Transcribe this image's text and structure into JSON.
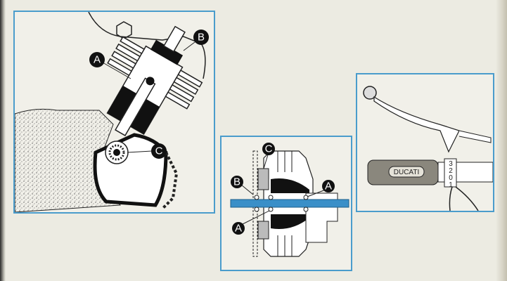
{
  "engine_diagram": {
    "callouts": [
      "A",
      "B",
      "C"
    ]
  },
  "hub_diagram": {
    "callouts": [
      "C",
      "B",
      "A",
      "A"
    ],
    "axle_color": "#3a8fc8"
  },
  "handlebar_diagram": {
    "grip_brand": "DUCATI",
    "gear_marks": [
      "3",
      "2",
      "0",
      "1"
    ]
  },
  "colors": {
    "frame": "#4a9ccc",
    "paper": "#ecebe2"
  }
}
